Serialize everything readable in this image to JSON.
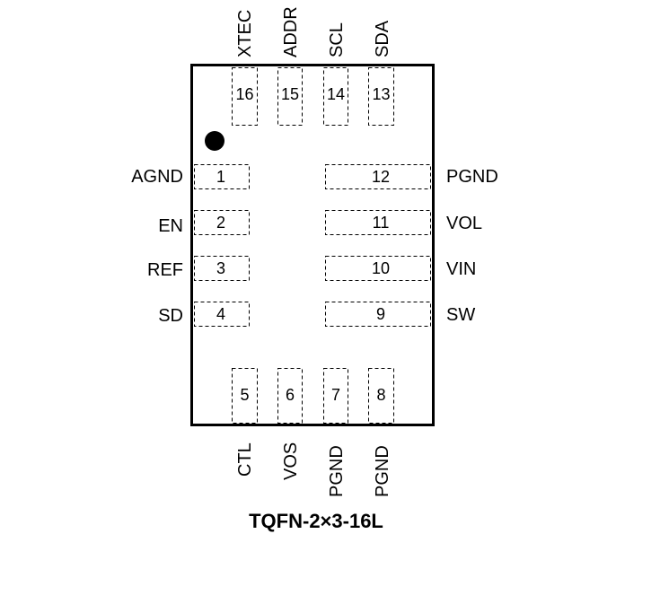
{
  "package_name": "TQFN-2×3-16L",
  "pin1_marker": "pin1-dot",
  "pins": {
    "left": [
      {
        "number": "1",
        "name": "AGND"
      },
      {
        "number": "2",
        "name": "EN"
      },
      {
        "number": "3",
        "name": "REF"
      },
      {
        "number": "4",
        "name": "SD"
      }
    ],
    "bottom": [
      {
        "number": "5",
        "name": "CTL"
      },
      {
        "number": "6",
        "name": "VOS"
      },
      {
        "number": "7",
        "name": "PGND"
      },
      {
        "number": "8",
        "name": "PGND"
      }
    ],
    "right": [
      {
        "number": "9",
        "name": "SW"
      },
      {
        "number": "10",
        "name": "VIN"
      },
      {
        "number": "11",
        "name": "VOL"
      },
      {
        "number": "12",
        "name": "PGND"
      }
    ],
    "top": [
      {
        "number": "13",
        "name": "SDA"
      },
      {
        "number": "14",
        "name": "SCL"
      },
      {
        "number": "15",
        "name": "ADDR"
      },
      {
        "number": "16",
        "name": "XTEC"
      }
    ]
  }
}
